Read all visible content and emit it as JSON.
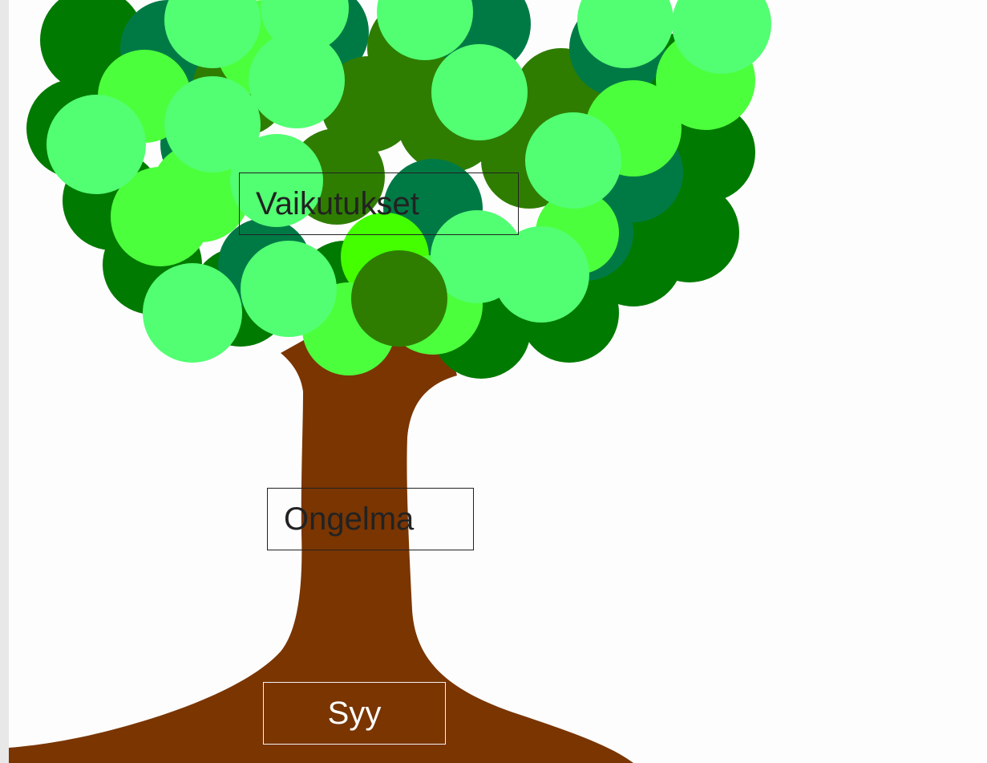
{
  "colors": {
    "trunk": "#7a3500",
    "background": "#fdfdfd",
    "foliage": [
      "#007a00",
      "#007a45",
      "#2e7d00",
      "#4cff3c",
      "#52ff72",
      "#44ff00"
    ]
  },
  "labels": {
    "effects": "Vaikutukset",
    "problem": "Ongelma",
    "cause": "Syy"
  }
}
